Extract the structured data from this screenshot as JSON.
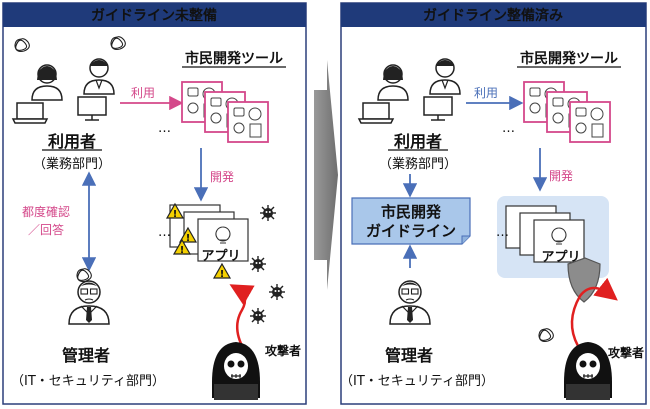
{
  "colors": {
    "header_bg": "#1f3a7a",
    "panel_border": "#2b3f7a",
    "tool_pink": "#d4488a",
    "arrow_blue": "#4a6fb8",
    "label_pink": "#d4488a",
    "label_blue": "#4a6fb8",
    "attack_red": "#e02020",
    "guide_bg": "#a9c7ea",
    "app_highlight": "#d6e4f5",
    "shield_gray": "#8c8c8c",
    "warning_yellow": "#f4d000"
  },
  "left_panel": {
    "header": "ガイドライン未整備",
    "tools_title": "市民開発ツール",
    "use_label": "利用",
    "user_label": "利用者",
    "user_dept": "（業務部門）",
    "dev_label": "開発",
    "confirm_line1": "都度確認",
    "confirm_line2": "／回答",
    "app_label": "アプリ",
    "admin_label": "管理者",
    "admin_dept": "（IT・セキュリティ部門）",
    "attacker_label": "攻撃者",
    "ellipsis": "…"
  },
  "right_panel": {
    "header": "ガイドライン整備済み",
    "tools_title": "市民開発ツール",
    "use_label": "利用",
    "user_label": "利用者",
    "user_dept": "（業務部門）",
    "guide_line1": "市民開発",
    "guide_line2": "ガイドライン",
    "dev_label": "開発",
    "app_label": "アプリ",
    "admin_label": "管理者",
    "admin_dept": "（IT・セキュリティ部門）",
    "attacker_label": "攻撃者",
    "ellipsis": "…"
  },
  "icons": {
    "user": "person-with-laptop-icon",
    "tool": "robot-gear-code-card-icon",
    "app": "lightbulb-app-card-icon",
    "warning": "warning-triangle-icon",
    "virus": "virus-icon",
    "attacker": "hooded-skull-hacker-icon",
    "shield": "shield-icon",
    "confused": "scribble-confusion-icon"
  }
}
